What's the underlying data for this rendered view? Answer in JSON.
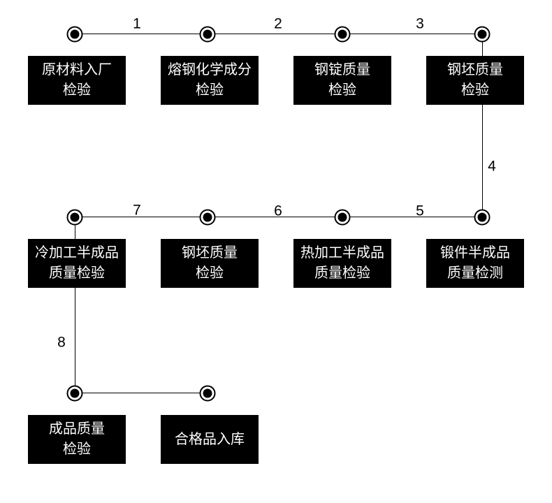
{
  "diagram": {
    "title": "quality-inspection-process-flow",
    "colors": {
      "background": "#ffffff",
      "box_fill": "#000000",
      "box_text": "#ffffff",
      "line": "#000000",
      "node_ring": "#000000",
      "node_core": "#000000"
    },
    "edge_labels": [
      "1",
      "2",
      "3",
      "4",
      "5",
      "6",
      "7",
      "8"
    ],
    "boxes": [
      {
        "label": "原材料入厂\n检验"
      },
      {
        "label": "熔钢化学成分\n检验"
      },
      {
        "label": "钢锭质量\n检验"
      },
      {
        "label": "钢坯质量\n检验"
      },
      {
        "label": "冷加工半成品\n质量检验"
      },
      {
        "label": "钢坯质量\n检验"
      },
      {
        "label": "热加工半成品\n质量检验"
      },
      {
        "label": "锻件半成品\n质量检测"
      },
      {
        "label": "成品质量\n检验"
      },
      {
        "label": "合格品入库"
      }
    ]
  }
}
